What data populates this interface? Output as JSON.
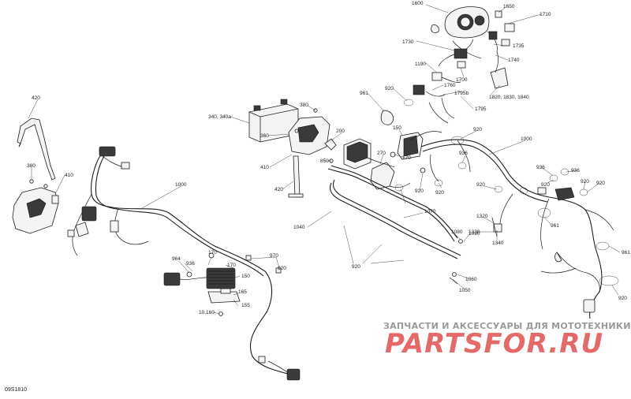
{
  "diagram_code": "09S1810",
  "watermark": {
    "tagline": "ЗАПЧАСТИ И АКСЕССУАРЫ ДЛЯ МОТОТЕХНИКИ",
    "logo": "PARTSFOR.RU"
  },
  "callouts": [
    {
      "id": "c-1600",
      "label": "1600"
    },
    {
      "id": "c-1650",
      "label": "1650"
    },
    {
      "id": "c-1710",
      "label": "1710"
    },
    {
      "id": "c-1730",
      "label": "1730"
    },
    {
      "id": "c-1735",
      "label": "1735"
    },
    {
      "id": "c-1740",
      "label": "1740"
    },
    {
      "id": "c-1190",
      "label": "1190"
    },
    {
      "id": "c-1700",
      "label": "1700"
    },
    {
      "id": "c-1760",
      "label": "1760"
    },
    {
      "id": "c-1795b",
      "label": "1795b"
    },
    {
      "id": "c-1795",
      "label": "1795"
    },
    {
      "id": "c-1820",
      "label": "1820, 1830, 1840"
    },
    {
      "id": "c-961a",
      "label": "961"
    },
    {
      "id": "c-920a",
      "label": "920"
    },
    {
      "id": "c-920b",
      "label": "920"
    },
    {
      "id": "c-420a",
      "label": "420"
    },
    {
      "id": "c-380a",
      "label": "380"
    },
    {
      "id": "c-410a",
      "label": "410"
    },
    {
      "id": "c-340",
      "label": "340, 340a"
    },
    {
      "id": "c-380b",
      "label": "380"
    },
    {
      "id": "c-360",
      "label": "360"
    },
    {
      "id": "c-410b",
      "label": "410"
    },
    {
      "id": "c-420b",
      "label": "420"
    },
    {
      "id": "c-200",
      "label": "200"
    },
    {
      "id": "c-850",
      "label": "850"
    },
    {
      "id": "c-150a",
      "label": "150"
    },
    {
      "id": "c-270",
      "label": "270"
    },
    {
      "id": "c-170a",
      "label": "170"
    },
    {
      "id": "c-1000a",
      "label": "1000"
    },
    {
      "id": "c-1000b",
      "label": "1000"
    },
    {
      "id": "c-936a",
      "label": "936"
    },
    {
      "id": "c-920c",
      "label": "920"
    },
    {
      "id": "c-920d",
      "label": "920"
    },
    {
      "id": "c-936b",
      "label": "936"
    },
    {
      "id": "c-920e",
      "label": "920"
    },
    {
      "id": "c-936c",
      "label": "936"
    },
    {
      "id": "c-920f",
      "label": "920"
    },
    {
      "id": "c-920g",
      "label": "920"
    },
    {
      "id": "c-920h",
      "label": "920"
    },
    {
      "id": "c-1320",
      "label": "1320"
    },
    {
      "id": "c-1330",
      "label": "1330"
    },
    {
      "id": "c-1340",
      "label": "1340"
    },
    {
      "id": "c-961b",
      "label": "961"
    },
    {
      "id": "c-961c",
      "label": "961"
    },
    {
      "id": "c-920i",
      "label": "920"
    },
    {
      "id": "c-1070",
      "label": "1070"
    },
    {
      "id": "c-1040",
      "label": "1040"
    },
    {
      "id": "c-1080",
      "label": "1080"
    },
    {
      "id": "c-1090",
      "label": "1090"
    },
    {
      "id": "c-920j",
      "label": "920"
    },
    {
      "id": "c-1060",
      "label": "1060"
    },
    {
      "id": "c-1050",
      "label": "1050"
    },
    {
      "id": "c-964",
      "label": "964"
    },
    {
      "id": "c-936d",
      "label": "936"
    },
    {
      "id": "c-170b",
      "label": "170"
    },
    {
      "id": "c-170c",
      "label": "170"
    },
    {
      "id": "c-970",
      "label": "970"
    },
    {
      "id": "c-150b",
      "label": "150"
    },
    {
      "id": "c-165",
      "label": "165"
    },
    {
      "id": "c-155",
      "label": "155"
    },
    {
      "id": "c-10160",
      "label": "10,160"
    },
    {
      "id": "c-920k",
      "label": "920"
    }
  ]
}
